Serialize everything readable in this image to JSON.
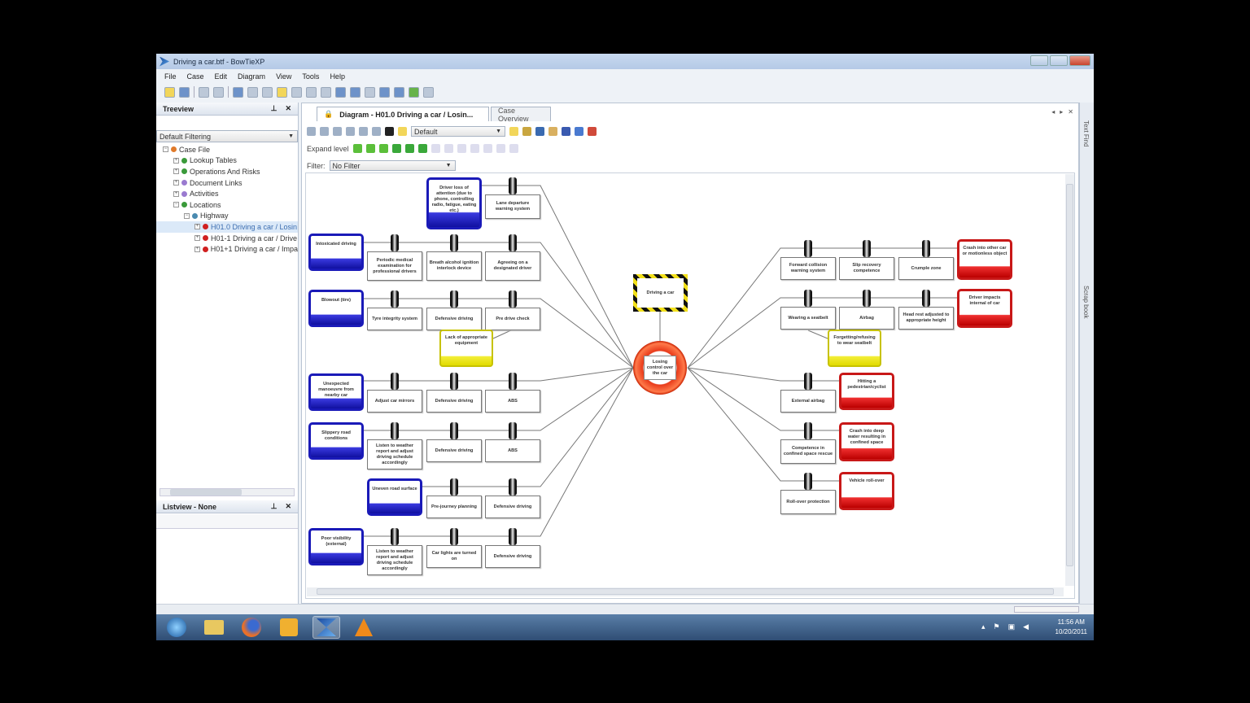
{
  "window": {
    "title": "Driving a car.btf - BowTieXP"
  },
  "menu": [
    "File",
    "Case",
    "Edit",
    "Diagram",
    "View",
    "Tools",
    "Help"
  ],
  "treeview": {
    "title": "Treeview",
    "filter": "Default Filtering",
    "items": [
      {
        "label": "Case File",
        "level": 0,
        "color": "#e07a2a"
      },
      {
        "label": "Lookup Tables",
        "level": 1,
        "color": "#3a9a3a"
      },
      {
        "label": "Operations And Risks",
        "level": 1,
        "color": "#3a9a3a"
      },
      {
        "label": "Document Links",
        "level": 1,
        "color": "#9a7ad0"
      },
      {
        "label": "Activities",
        "level": 1,
        "color": "#9a7ad0"
      },
      {
        "label": "Locations",
        "level": 1,
        "color": "#3a9a3a"
      },
      {
        "label": "Highway",
        "level": 2,
        "color": "#4a8ab0"
      },
      {
        "label": "H01.0 Driving a car / Losin",
        "level": 3,
        "color": "#d02020"
      },
      {
        "label": "H01-1 Driving a car / Drive",
        "level": 3,
        "color": "#d02020"
      },
      {
        "label": "H01+1 Driving a car / Impa",
        "level": 3,
        "color": "#d02020"
      }
    ]
  },
  "listview": {
    "title": "Listview - None"
  },
  "tabs": [
    {
      "label": "Diagram - H01.0 Driving a car / Losin...",
      "active": true
    },
    {
      "label": "Case Overview",
      "active": false
    }
  ],
  "diagram_toolbar": {
    "layout_select": "Default",
    "expand_label": "Expand level",
    "filter_label": "Filter:",
    "filter_value": "No Filter"
  },
  "right_tabs": [
    "Text Find",
    "Scrap book"
  ],
  "diagram": {
    "hazard": "Driving a car",
    "top_event": "Losing control over the car",
    "threats": [
      "Driver loss of attention (due to phone, controlling radio, fatigue, eating etc.)",
      "Intoxicated driving",
      "Blowout (tire)",
      "Unexpected manoeuvre from nearby car",
      "Slippery road conditions",
      "Uneven road surface",
      "Poor visibility (external)"
    ],
    "left_barriers": [
      [
        "Lane departure warning system"
      ],
      [
        "Periodic medical examination for professional drivers",
        "Breath alcohol ignition interlock device",
        "Agreeing on a designated driver"
      ],
      [
        "Tyre integrity system",
        "Defensive driving",
        "Pre drive check"
      ],
      [
        "Adjust car mirrors",
        "Defensive driving",
        "ABS"
      ],
      [
        "Listen to weather report and adjust driving schedule accordingly",
        "Defensive driving",
        "ABS"
      ],
      [
        "Pre-journey planning",
        "Defensive driving"
      ],
      [
        "Listen to weather report and adjust driving schedule accordingly",
        "Car lights are turned on",
        "Defensive driving"
      ]
    ],
    "consequences": [
      "Crash into other car or motionless object",
      "Driver impacts internal of car",
      "Hitting a pedestrian/cyclist",
      "Crash into deep water resulting in confined space",
      "Vehicle roll-over"
    ],
    "right_barriers": [
      [
        "Forward collision warning system",
        "Slip recovery competence",
        "Crumple zone"
      ],
      [
        "Wearing a seatbelt",
        "Airbag",
        "Head rest adjusted to appropriate height"
      ],
      [
        "External airbag"
      ],
      [
        "Competence in confined space rescue"
      ],
      [
        "Roll-over protection"
      ]
    ],
    "escalation_factors": [
      "Lack of appropriate equipment",
      "Forgetting/refusing to wear seatbelt"
    ]
  },
  "taskbar": {
    "apps": [
      "start",
      "explorer",
      "firefox",
      "outlook",
      "bowtiexp",
      "vlc"
    ],
    "time": "11:56 AM",
    "date": "10/20/2011"
  }
}
